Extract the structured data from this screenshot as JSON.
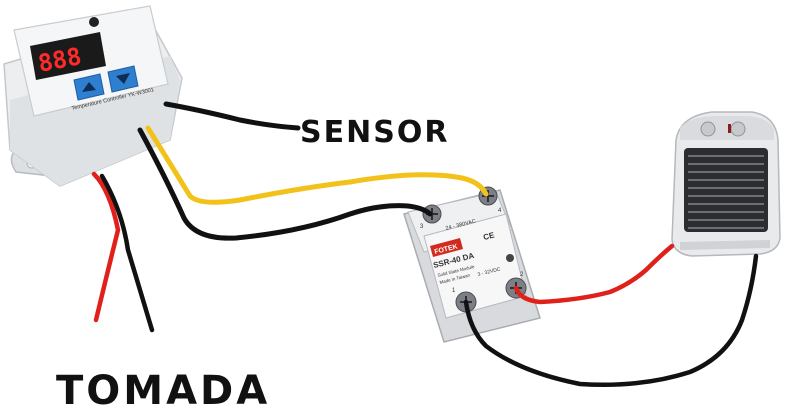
{
  "labels": {
    "sensor": "SENSOR",
    "tomada": "TOMADA"
  },
  "thermostat": {
    "display": "888",
    "caption": "Temperature Controller  YK-W3001"
  },
  "relay": {
    "brand": "FOTEK",
    "model": "SSR-40 DA",
    "type_line1": "Solid State Module",
    "type_line2": "Made in Taiwan",
    "input_range": "3 - 32VDC",
    "output_range": "24 - 380VAC",
    "terminal_1": "1",
    "terminal_2": "2",
    "terminal_3": "3",
    "terminal_4": "4",
    "cert": "CE"
  },
  "colors": {
    "wire_black": "#111111",
    "wire_red": "#e0211b",
    "wire_yellow": "#f2c21a",
    "display_red": "#ff2a2a",
    "button_blue": "#2f7fd0"
  }
}
